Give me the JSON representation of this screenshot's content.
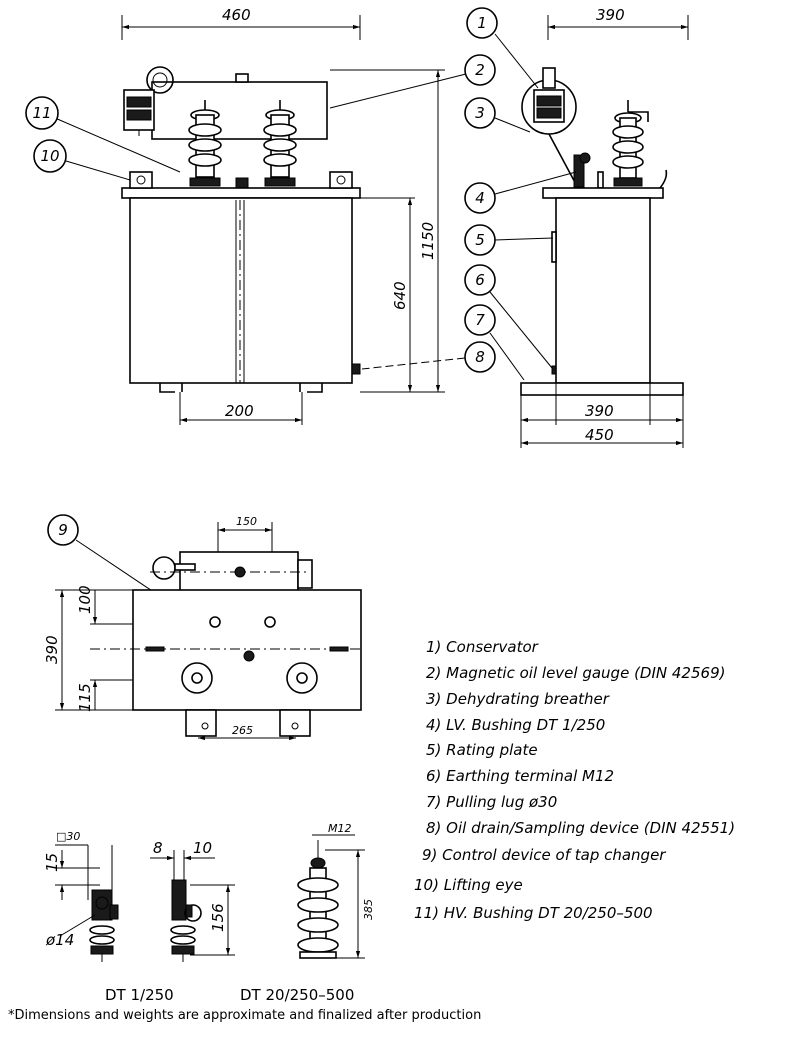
{
  "dimensions": {
    "top_width_left": "460",
    "top_width_right": "390",
    "height_total": "1150",
    "height_tank": "640",
    "wheel_span": "200",
    "base_width_inner": "390",
    "base_width_outer": "450",
    "plan_bushing_spacing": "150",
    "plan_depth": "390",
    "plan_upper_offset": "100",
    "plan_lower_offset": "115",
    "plan_wheel_span": "265",
    "lv_square": "□30",
    "lv_height": "15",
    "lv_diameter": "ø14",
    "lv2_a": "8",
    "lv2_b": "10",
    "lv2_height": "156",
    "hv_thread": "M12",
    "hv_height": "385"
  },
  "callouts": [
    "1",
    "2",
    "3",
    "4",
    "5",
    "6",
    "7",
    "8",
    "9",
    "10",
    "11"
  ],
  "legend": [
    "1)  Conservator",
    "2)  Magnetic oil level gauge (DIN 42569)",
    "3)  Dehydrating breather",
    "4)  LV. Bushing DT 1/250",
    "5)  Rating plate",
    "6)  Earthing terminal M12",
    "7)  Pulling lug ø30",
    "8)  Oil drain/Sampling device (DIN 42551)",
    "9)  Control device of tap changer",
    "10)  Lifting eye",
    "11)  HV. Bushing DT 20/250–500"
  ],
  "captions": {
    "lv_caption": "DT  1/250",
    "hv_caption": "DT  20/250–500"
  },
  "footnote": "*Dimensions and weights are approximate and finalized after production"
}
